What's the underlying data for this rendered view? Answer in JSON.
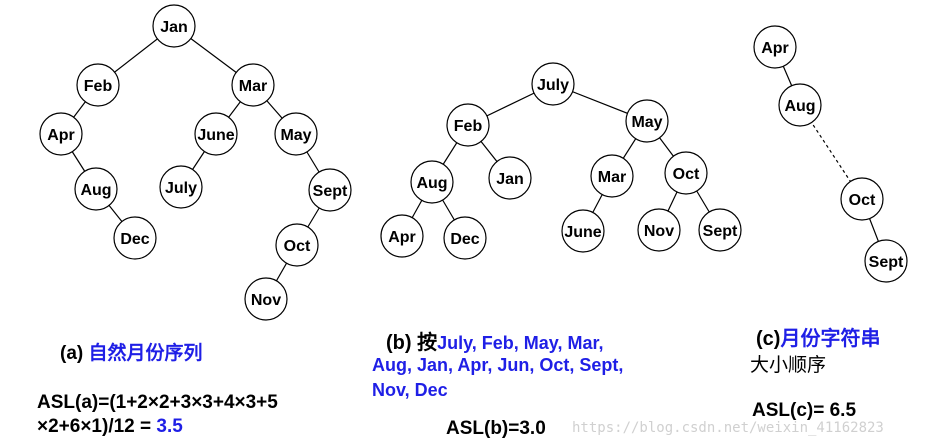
{
  "trees": [
    {
      "id": "a",
      "nodes": [
        {
          "id": "a-jan",
          "label": "Jan"
        },
        {
          "id": "a-feb",
          "label": "Feb"
        },
        {
          "id": "a-mar",
          "label": "Mar"
        },
        {
          "id": "a-apr",
          "label": "Apr"
        },
        {
          "id": "a-june",
          "label": "June"
        },
        {
          "id": "a-may",
          "label": "May"
        },
        {
          "id": "a-aug",
          "label": "Aug"
        },
        {
          "id": "a-july",
          "label": "July"
        },
        {
          "id": "a-sept",
          "label": "Sept"
        },
        {
          "id": "a-dec",
          "label": "Dec"
        },
        {
          "id": "a-oct",
          "label": "Oct"
        },
        {
          "id": "a-nov",
          "label": "Nov"
        }
      ],
      "edges": [
        [
          "a-jan",
          "a-feb"
        ],
        [
          "a-jan",
          "a-mar"
        ],
        [
          "a-feb",
          "a-apr"
        ],
        [
          "a-apr",
          "a-aug"
        ],
        [
          "a-aug",
          "a-dec"
        ],
        [
          "a-mar",
          "a-june"
        ],
        [
          "a-mar",
          "a-may"
        ],
        [
          "a-june",
          "a-july"
        ],
        [
          "a-may",
          "a-sept"
        ],
        [
          "a-sept",
          "a-oct"
        ],
        [
          "a-oct",
          "a-nov"
        ]
      ]
    },
    {
      "id": "b",
      "nodes": [
        {
          "id": "b-july",
          "label": "July"
        },
        {
          "id": "b-feb",
          "label": "Feb"
        },
        {
          "id": "b-may",
          "label": "May"
        },
        {
          "id": "b-aug",
          "label": "Aug"
        },
        {
          "id": "b-jan",
          "label": "Jan"
        },
        {
          "id": "b-mar",
          "label": "Mar"
        },
        {
          "id": "b-oct",
          "label": "Oct"
        },
        {
          "id": "b-apr",
          "label": "Apr"
        },
        {
          "id": "b-dec",
          "label": "Dec"
        },
        {
          "id": "b-june",
          "label": "June"
        },
        {
          "id": "b-nov",
          "label": "Nov"
        },
        {
          "id": "b-sept",
          "label": "Sept"
        }
      ],
      "edges": [
        [
          "b-july",
          "b-feb"
        ],
        [
          "b-july",
          "b-may"
        ],
        [
          "b-feb",
          "b-aug"
        ],
        [
          "b-feb",
          "b-jan"
        ],
        [
          "b-aug",
          "b-apr"
        ],
        [
          "b-aug",
          "b-dec"
        ],
        [
          "b-may",
          "b-mar"
        ],
        [
          "b-may",
          "b-oct"
        ],
        [
          "b-mar",
          "b-june"
        ],
        [
          "b-oct",
          "b-nov"
        ],
        [
          "b-oct",
          "b-sept"
        ]
      ]
    },
    {
      "id": "c",
      "nodes": [
        {
          "id": "c-apr",
          "label": "Apr"
        },
        {
          "id": "c-aug",
          "label": "Aug"
        },
        {
          "id": "c-oct",
          "label": "Oct"
        },
        {
          "id": "c-sept",
          "label": "Sept"
        }
      ],
      "edges": [
        [
          "c-apr",
          "c-aug"
        ],
        [
          "c-aug",
          "c-oct",
          "dashed"
        ],
        [
          "c-oct",
          "c-sept"
        ]
      ]
    }
  ],
  "captions": {
    "a": {
      "tag": "(a)",
      "text": "自然月份序列"
    },
    "b": {
      "tag": "(b)",
      "prefix": "按",
      "line1": "July, Feb, May, Mar,",
      "line2": "Aug, Jan, Apr, Jun, Oct, Sept,",
      "line3": "Nov, Dec"
    },
    "c": {
      "tag": "(c)",
      "text1": "月份字符串",
      "text2": "大小顺序"
    }
  },
  "asl": {
    "a_line1": "ASL(a)=(1+2×2+3×3+4×3+5",
    "a_line2": "×2+6×1)/12 = ",
    "a_value": "3.5",
    "b": "ASL(b)=3.0",
    "c": "ASL(c)= 6.5"
  },
  "watermark": "https://blog.csdn.net/weixin_41162823",
  "colors": {
    "accent_blue": "#1f1fe6",
    "node_fill": "#ffffff",
    "stroke": "#000000"
  }
}
